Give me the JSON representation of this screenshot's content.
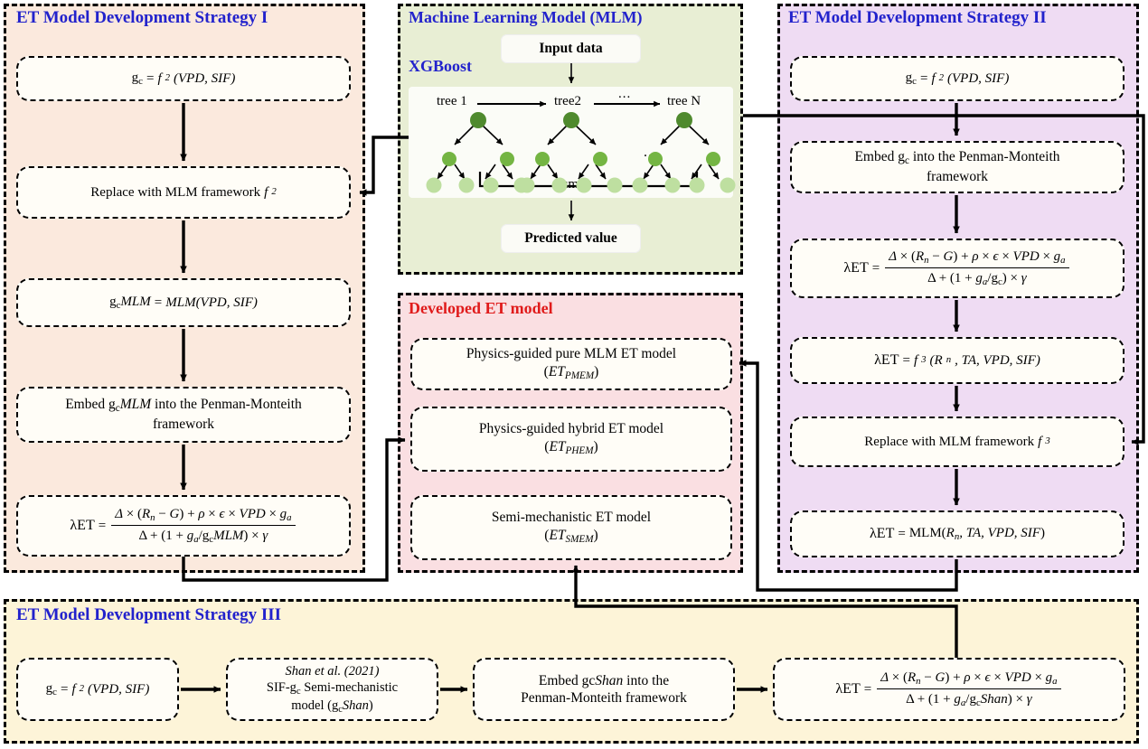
{
  "panels": {
    "strategy1": {
      "title": "ET Model Development Strategy I",
      "title_color": "#2222cc",
      "bg": "#fbe9dd",
      "nodes": [
        {
          "id": "s1n1",
          "text": "gc = f2(VPD, SIF)"
        },
        {
          "id": "s1n2",
          "text": "Replace with MLM framework f2"
        },
        {
          "id": "s1n3",
          "text": "gcMLM = MLM(VPD, SIF)"
        },
        {
          "id": "s1n4",
          "text": "Embed gcMLM into the Penman-Monteith framework"
        },
        {
          "id": "s1n5",
          "text": "λET = Δ × (Rn − G) + ρ × ε × VPD × ga / Δ + (1 + ga/gcMLM) × γ"
        }
      ]
    },
    "mlm": {
      "title": "Machine Learning Model (MLM)",
      "title_color": "#2222cc",
      "bg": "#e8eed4",
      "subtitle": "XGBoost",
      "input_label": "Input data",
      "output_label": "Predicted value",
      "sum_label": "sum",
      "trees": [
        "tree 1",
        "tree2",
        "tree N"
      ],
      "ellipsis": "...",
      "colors": {
        "root": "#4f8a2e",
        "mid": "#74b543",
        "leaf": "#bedfa0"
      }
    },
    "developed": {
      "title": "Developed ET model",
      "title_color": "#e01b1b",
      "bg": "#fadfe2",
      "nodes": [
        {
          "line1": "Physics-guided pure MLM ET model",
          "line2": "(ETPMEM)"
        },
        {
          "line1": "Physics-guided hybrid ET model",
          "line2": "(ETPHEM)"
        },
        {
          "line1": "Semi-mechanistic ET model",
          "line2": "(ETSMEM)"
        }
      ]
    },
    "strategy2": {
      "title": "ET Model Development Strategy II",
      "title_color": "#2222cc",
      "bg": "#efdcf3",
      "nodes": [
        {
          "id": "s2n1",
          "text": "gc = f2(VPD, SIF)"
        },
        {
          "id": "s2n2",
          "text": "Embed gc into the Penman-Monteith framework"
        },
        {
          "id": "s2n3",
          "text": "λET = Δ × (Rn − G) + ρ × ε × VPD × ga / Δ + (1 + ga/gc) × γ"
        },
        {
          "id": "s2n4",
          "text": "λET = f3(Rn, TA, VPD, SIF)"
        },
        {
          "id": "s2n5",
          "text": "Replace with MLM framework f3"
        },
        {
          "id": "s2n6",
          "text": "λET = MLM(Rn, TA, VPD, SIF)"
        }
      ]
    },
    "strategy3": {
      "title": "ET Model Development Strategy III",
      "title_color": "#2222cc",
      "bg": "#fdf4d8",
      "nodes": [
        {
          "id": "s3n1",
          "text": "gc = f2(VPD, SIF)"
        },
        {
          "id": "s3n2",
          "line1": "Shan et al. (2021)",
          "line2": "SIF-gc Semi-mechanistic",
          "line3": "model (gcShan)"
        },
        {
          "id": "s3n3",
          "line1": "Embed gcShan into the",
          "line2": "Penman-Monteith framework"
        },
        {
          "id": "s3n4",
          "text": "λET = Δ × (Rn − G) + ρ × ε × VPD × ga / Δ + (1 + ga/gcShan) × γ"
        }
      ]
    }
  },
  "symbols": {
    "lambda": "λ",
    "ET": "ET",
    "eq": "=",
    "Delta_it": "Δ",
    "Delta": "Δ",
    "times": "×",
    "minus": "−",
    "plus": "+",
    "rho": "ρ",
    "epsilon": "ϵ",
    "gamma": "γ",
    "slash": "/",
    "lparen": "(",
    "rparen": ")",
    "comma": ",",
    "R": "R",
    "n": "n",
    "G": "G",
    "VPD": "VPD",
    "SIF": "SIF",
    "TA": "TA",
    "g": "g",
    "a": "a",
    "c": "c",
    "one": "1",
    "f": "f",
    "two": "2",
    "three": "3",
    "MLM": "MLM",
    "Shan": "Shan",
    "gc": "g",
    "ET_label": "ET",
    "PMEM": "PMEM",
    "PHEM": "PHEM",
    "SMEM": "SMEM"
  }
}
